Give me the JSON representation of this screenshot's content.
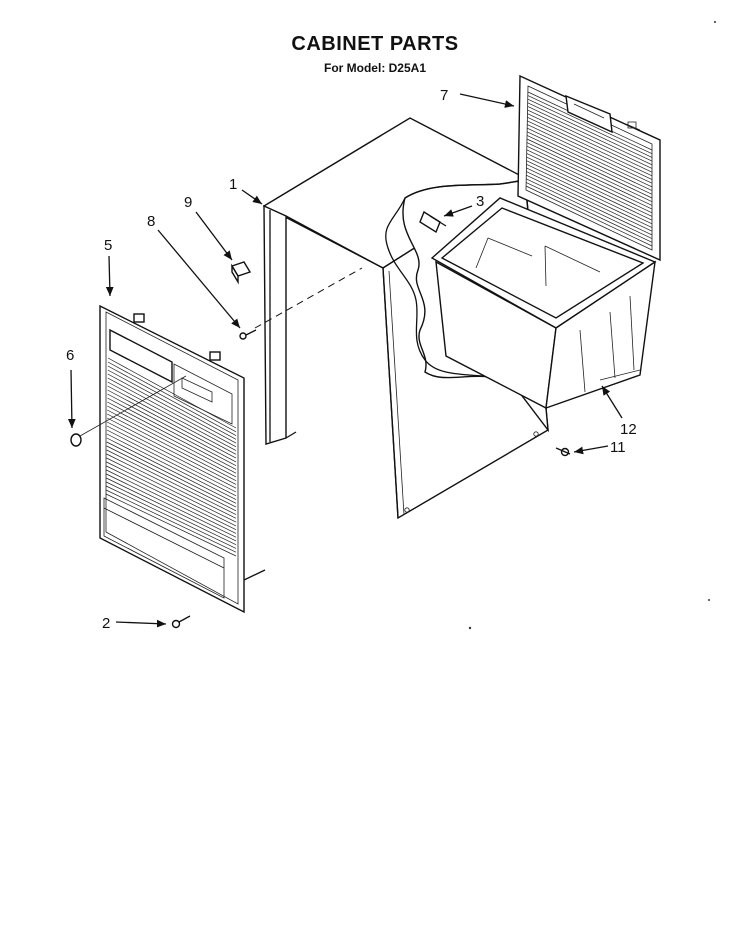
{
  "header": {
    "title": "CABINET PARTS",
    "subtitle": "For Model: D25A1"
  },
  "callouts": [
    {
      "id": "1",
      "label": "1"
    },
    {
      "id": "2",
      "label": "2"
    },
    {
      "id": "3",
      "label": "3"
    },
    {
      "id": "5",
      "label": "5"
    },
    {
      "id": "6",
      "label": "6"
    },
    {
      "id": "7",
      "label": "7"
    },
    {
      "id": "8",
      "label": "8"
    },
    {
      "id": "9",
      "label": "9"
    },
    {
      "id": "11",
      "label": "11"
    },
    {
      "id": "12",
      "label": "12"
    }
  ]
}
